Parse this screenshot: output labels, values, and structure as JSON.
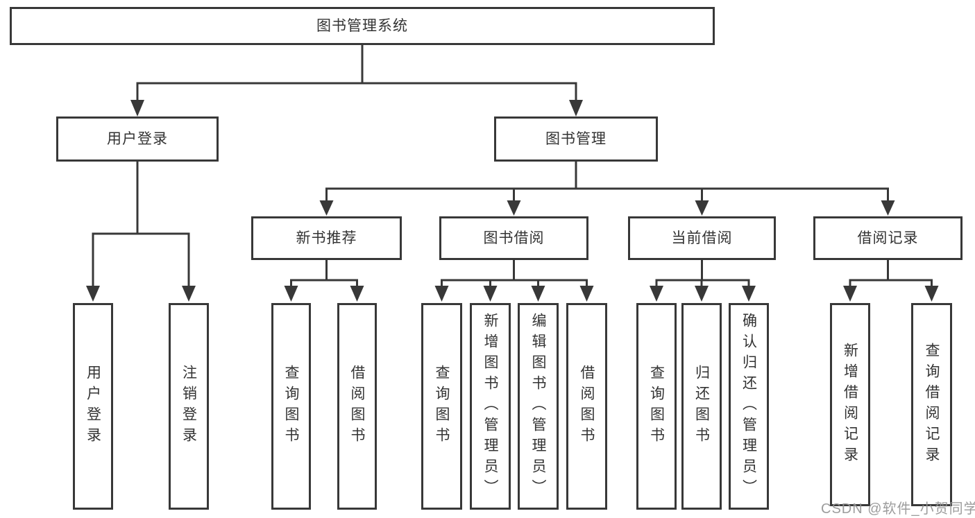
{
  "watermark": "CSDN @软件_小贺同学",
  "tree": {
    "root": "图书管理系统",
    "login": {
      "label": "用户登录",
      "children": [
        "用户登录",
        "注销登录"
      ]
    },
    "management": {
      "label": "图书管理",
      "sections": [
        {
          "label": "新书推荐",
          "children": [
            "查询图书",
            "借阅图书"
          ]
        },
        {
          "label": "图书借阅",
          "children": [
            "查询图书",
            "新增图书（管理员）",
            "编辑图书（管理员）",
            "借阅图书"
          ]
        },
        {
          "label": "当前借阅",
          "children": [
            "查询图书",
            "归还图书",
            "确认归还（管理员）"
          ]
        },
        {
          "label": "借阅记录",
          "children": [
            "新增借阅记录",
            "查询借阅记录"
          ]
        }
      ]
    }
  },
  "colors": {
    "line": "#383838",
    "box_border": "#383838",
    "text": "#333333",
    "watermark": "#949494",
    "background": "#ffffff"
  }
}
